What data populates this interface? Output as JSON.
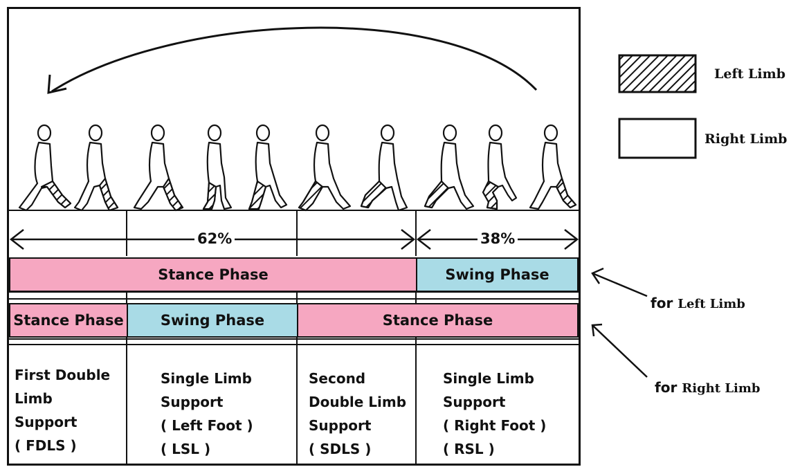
{
  "percent_stance": "62%",
  "percent_swing": "38%",
  "left_limb_bar": {
    "stance": "Stance Phase",
    "swing": "Swing Phase"
  },
  "right_limb_bar": {
    "stance_first": "Stance Phase",
    "swing": "Swing Phase",
    "stance_second": "Stance Phase"
  },
  "support_cells": [
    "First Double\nLimb\nSupport\n( FDLS )",
    "Single Limb\nSupport\n( Left Foot )\n( LSL )",
    "Second\nDouble Limb\nSupport\n( SDLS )",
    "Single Limb\nSupport\n( Right Foot )\n( RSL )"
  ],
  "legend": {
    "left_limb": "Left Limb",
    "right_limb": "Right Limb"
  },
  "annotations": {
    "for_left_prefix": "for",
    "for_left_word": "Left Limb",
    "for_right_prefix": "for",
    "for_right_word": "Right Limb"
  },
  "colors": {
    "stance": "#f6a7c1",
    "swing": "#a9dbe6"
  }
}
